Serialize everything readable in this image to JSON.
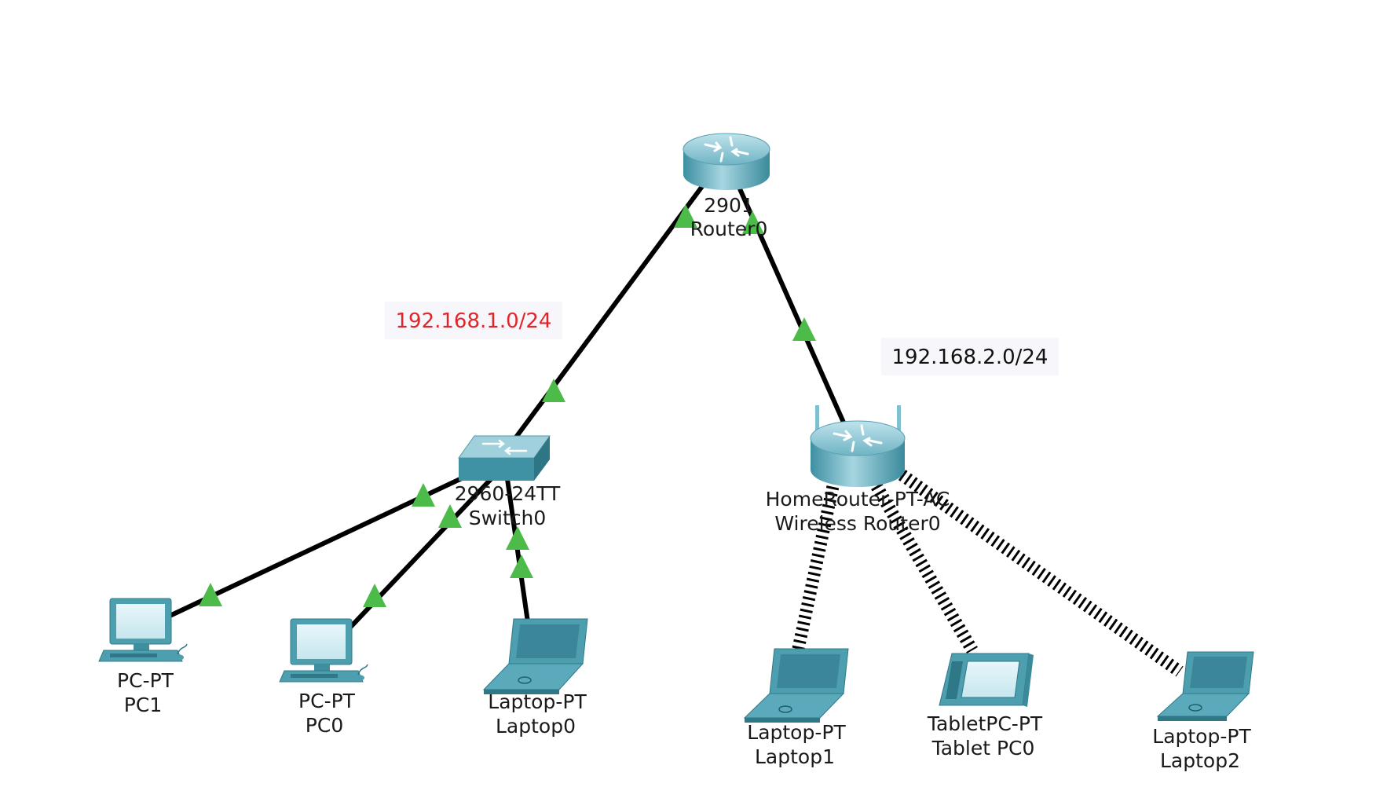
{
  "colors": {
    "link": "#000000",
    "link_up": "#4cbb4a",
    "device_body": "#4d9fb0",
    "device_dark": "#2f7888",
    "device_light": "#a9d8e2",
    "subnet1_text": "#e0262a",
    "subnet2_text": "#111111",
    "subnet_bg": "#f6f6fb"
  },
  "devices": {
    "router0": {
      "model": "2901",
      "name": "Router0",
      "icon": "router-icon"
    },
    "switch0": {
      "model": "2960-24TT",
      "name": "Switch0",
      "icon": "switch-icon"
    },
    "wireless_router0": {
      "model": "HomeRouter-PT-AC",
      "name": "Wireless Router0",
      "icon": "wireless-router-icon"
    },
    "pc1": {
      "model": "PC-PT",
      "name": "PC1",
      "icon": "pc-icon"
    },
    "pc0": {
      "model": "PC-PT",
      "name": "PC0",
      "icon": "pc-icon"
    },
    "laptop0": {
      "model": "Laptop-PT",
      "name": "Laptop0",
      "icon": "laptop-icon"
    },
    "laptop1": {
      "model": "Laptop-PT",
      "name": "Laptop1",
      "icon": "laptop-icon"
    },
    "tablet_pc0": {
      "model": "TabletPC-PT",
      "name": "Tablet PC0",
      "icon": "tablet-icon"
    },
    "laptop2": {
      "model": "Laptop-PT",
      "name": "Laptop2",
      "icon": "laptop-icon"
    }
  },
  "subnets": {
    "lan1": "192.168.1.0/24",
    "lan2": "192.168.2.0/24"
  },
  "links": [
    {
      "from": "Router0",
      "to": "Switch0",
      "type": "wired"
    },
    {
      "from": "Router0",
      "to": "Wireless Router0",
      "type": "wired"
    },
    {
      "from": "Switch0",
      "to": "PC1",
      "type": "wired"
    },
    {
      "from": "Switch0",
      "to": "PC0",
      "type": "wired"
    },
    {
      "from": "Switch0",
      "to": "Laptop0",
      "type": "wired"
    },
    {
      "from": "Wireless Router0",
      "to": "Laptop1",
      "type": "wireless"
    },
    {
      "from": "Wireless Router0",
      "to": "Tablet PC0",
      "type": "wireless"
    },
    {
      "from": "Wireless Router0",
      "to": "Laptop2",
      "type": "wireless"
    }
  ]
}
